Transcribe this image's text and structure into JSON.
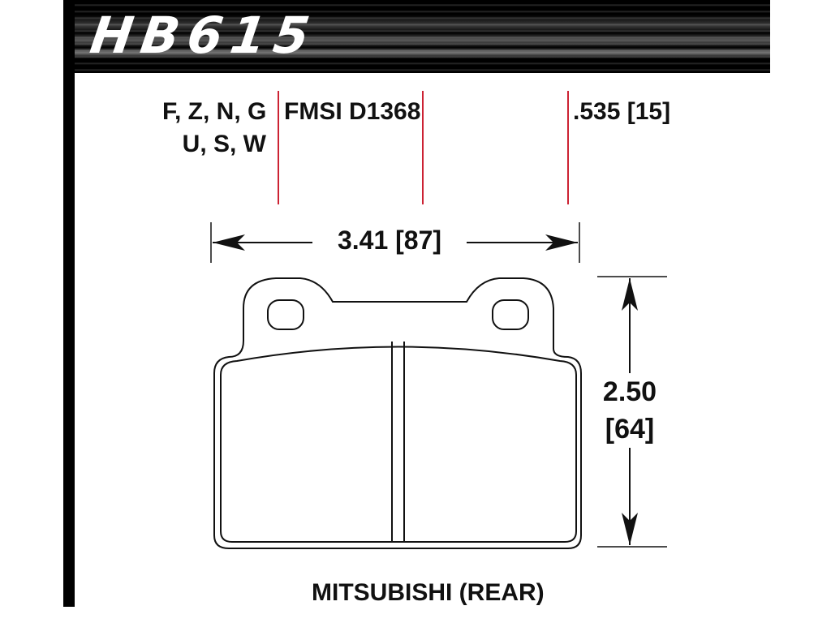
{
  "title": "HB615",
  "compounds": [
    "F, Z, N, G",
    "U, S, W"
  ],
  "fmsi": "FMSI D1368",
  "thickness": ".535 [15]",
  "width_dim": "3.41 [87]",
  "height_dim": [
    "2.50",
    "[64]"
  ],
  "application": "MITSUBISHI (REAR)",
  "colors": {
    "accent_line": "#cc2233",
    "ink": "#111111",
    "header": "#000000"
  }
}
